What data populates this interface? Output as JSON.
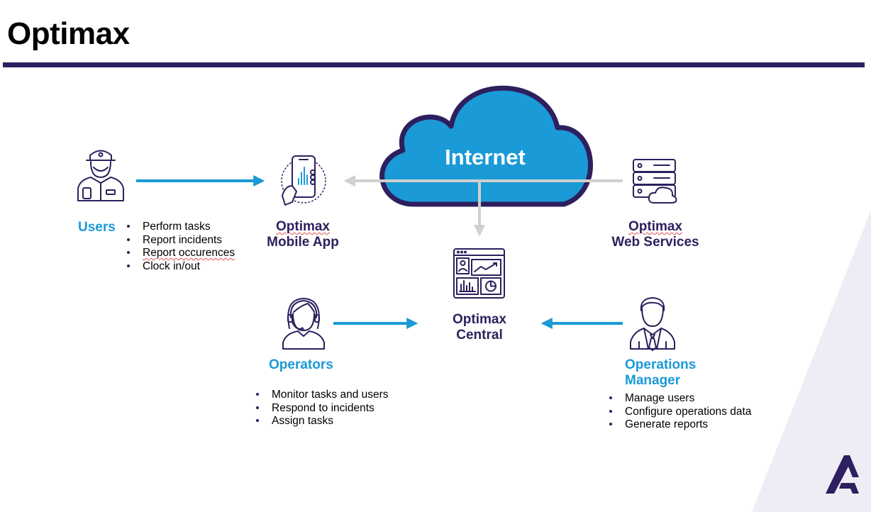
{
  "title": "Optimax",
  "internet": {
    "label": "Internet"
  },
  "nodes": {
    "mobile_app": {
      "line1": "Optimax",
      "line2": "Mobile App"
    },
    "web_services": {
      "line1": "Optimax",
      "line2": "Web Services"
    },
    "central": {
      "line1": "Optimax",
      "line2": "Central"
    }
  },
  "roles": {
    "users": {
      "label": "Users",
      "bullets": [
        "Perform tasks",
        "Report incidents",
        "Report occurences",
        "Clock in/out"
      ]
    },
    "operators": {
      "label": "Operators",
      "bullets": [
        "Monitor tasks and users",
        "Respond to incidents",
        "Assign tasks"
      ]
    },
    "operations_manager": {
      "line1": "Operations",
      "line2": "Manager",
      "bullets": [
        "Manage users",
        "Configure operations data",
        "Generate reports"
      ]
    }
  },
  "icons": {
    "users": "security-guard-icon",
    "mobile_app": "smartphone-icon",
    "web_services": "server-cloud-icon",
    "central": "dashboard-icon",
    "operators": "headset-operator-icon",
    "operations_manager": "businessman-icon",
    "brand": "brand-logo-icon"
  },
  "colors": {
    "navy": "#2e1f5e",
    "blue": "#1a9ad6",
    "cloud_fill": "#1a9ad6",
    "gray_arrow": "#d0d0d0",
    "corner": "#eeedf5"
  }
}
